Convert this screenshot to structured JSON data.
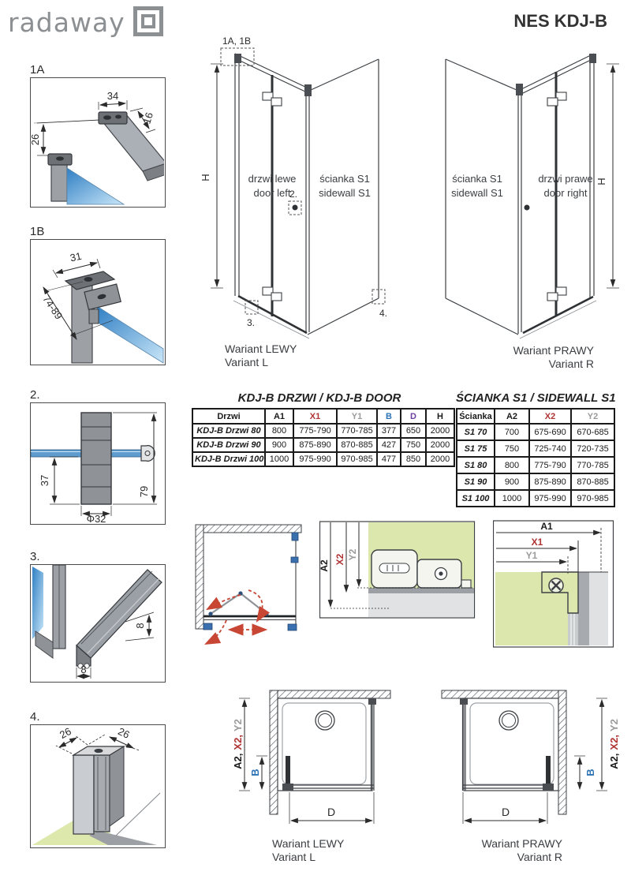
{
  "header": {
    "logo_text": "radaway",
    "title": "NES KDJ-B"
  },
  "details": {
    "d1a": {
      "label": "1A",
      "dim_top": "34",
      "dim_side": "16",
      "dim_drop": "26"
    },
    "d1b": {
      "label": "1B",
      "dim_top": "31",
      "dim_range": "74-89"
    },
    "d2": {
      "label": "2.",
      "dim_inner": "37",
      "dim_full": "79",
      "dim_dia": "Φ32"
    },
    "d3": {
      "label": "3.",
      "dim_v": "8",
      "dim_h": "8"
    },
    "d4": {
      "label": "4.",
      "dim_left": "26",
      "dim_right": "26"
    }
  },
  "variant_left": {
    "callout_top": "1A, 1B",
    "height": "H",
    "door1": "drzwi lewe",
    "door2": "door left",
    "wall1": "ścianka S1",
    "wall2": "sidewall S1",
    "callout_knob": "2.",
    "callout_floor": "3.",
    "callout_wall": "4.",
    "cap1": "Wariant LEWY",
    "cap2": "Variant L"
  },
  "variant_right": {
    "height": "H",
    "door1": "drzwi prawe",
    "door2": "door right",
    "wall1": "ścianka S1",
    "wall2": "sidewall S1",
    "cap1": "Wariant PRAWY",
    "cap2": "Variant R"
  },
  "door_table": {
    "title": "KDJ-B  DRZWI / KDJ-B DOOR",
    "headers": {
      "c0": "Drzwi",
      "c1": "A1",
      "c2": "X1",
      "c3": "Y1",
      "c4": "B",
      "c5": "D",
      "c6": "H"
    },
    "rows": [
      [
        "KDJ-B Drzwi 80",
        "800",
        "775-790",
        "770-785",
        "377",
        "650",
        "2000"
      ],
      [
        "KDJ-B Drzwi 90",
        "900",
        "875-890",
        "870-885",
        "427",
        "750",
        "2000"
      ],
      [
        "KDJ-B Drzwi 100",
        "1000",
        "975-990",
        "970-985",
        "477",
        "850",
        "2000"
      ]
    ]
  },
  "sidewall_table": {
    "title": "ŚCIANKA S1 / SIDEWALL S1",
    "headers": {
      "c0": "Ścianka",
      "c1": "A2",
      "c2": "X2",
      "c3": "Y2"
    },
    "rows": [
      [
        "S1 70",
        "700",
        "675-690",
        "670-685"
      ],
      [
        "S1 75",
        "750",
        "725-740",
        "720-735"
      ],
      [
        "S1 80",
        "800",
        "775-790",
        "770-785"
      ],
      [
        "S1 90",
        "900",
        "875-890",
        "870-885"
      ],
      [
        "S1 100",
        "1000",
        "975-990",
        "970-985"
      ]
    ]
  },
  "section_sidewall": {
    "a2": "A2",
    "x2": "X2",
    "y2": "Y2"
  },
  "section_door": {
    "a1": "A1",
    "x1": "X1",
    "y1": "Y1"
  },
  "plan_left": {
    "s1": "A2,",
    "s2": "X2,",
    "s3": "Y2",
    "b": "B",
    "d": "D",
    "cap1": "Wariant LEWY",
    "cap2": "Variant L"
  },
  "plan_right": {
    "s1": "A2,",
    "s2": "X2,",
    "s3": "Y2",
    "b": "B",
    "d": "D",
    "cap1": "Wariant PRAWY",
    "cap2": "Variant R"
  },
  "colors": {
    "accent_red": "#b03434",
    "accent_gray": "#9b9b9b",
    "accent_blue": "#2e74b5",
    "accent_purple": "#7040a0",
    "glass_blue": "#3e86c8",
    "glass_green": "#dbe7ac",
    "logo_gray": "#8d9093",
    "swing_arrow_red": "#c74634",
    "hinge_blue": "#3a6fb0"
  }
}
